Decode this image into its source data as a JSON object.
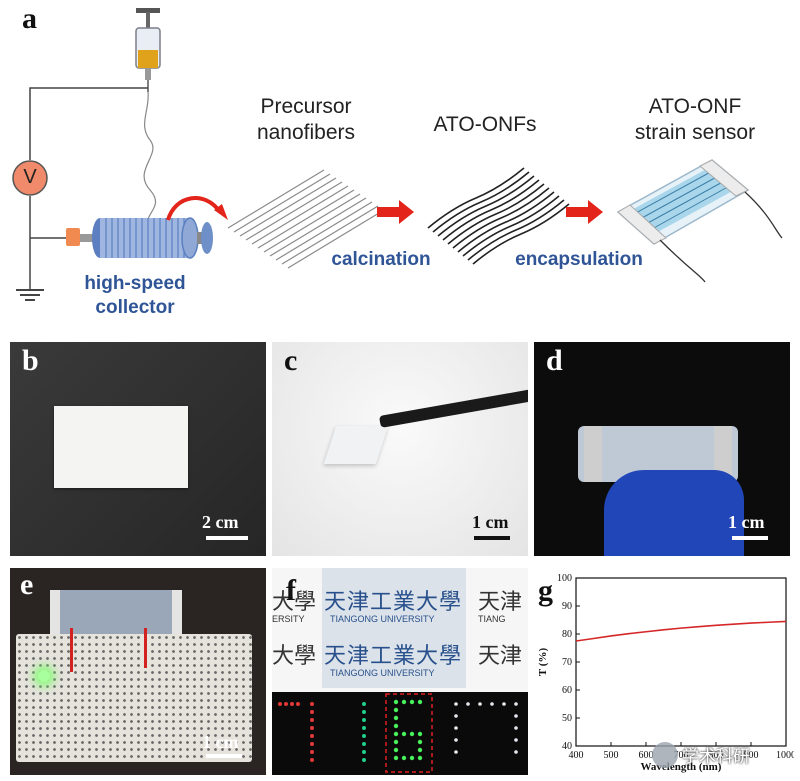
{
  "panel_a": {
    "letter": "a",
    "voltage_symbol": "V",
    "label_precursor": "Precursor\nnanofibers",
    "label_ato_onfs": "ATO-ONFs",
    "label_sensor": "ATO-ONF\nstrain sensor",
    "label_collector": "high-speed\ncollector",
    "label_calcination": "calcination",
    "label_encapsulation": "encapsulation"
  },
  "panel_b": {
    "letter": "b",
    "scale": "2 cm"
  },
  "panel_c": {
    "letter": "c",
    "scale": "1 cm"
  },
  "panel_d": {
    "letter": "d",
    "scale": "1 cm"
  },
  "panel_e": {
    "letter": "e",
    "scale": "1 cm"
  },
  "panel_f": {
    "letter": "f",
    "cn_text": "天津工業大學",
    "cn_partial_left": "大學",
    "cn_partial_right": "天津",
    "uni_text": "TIANGONG UNIVERSITY",
    "uni_partial_left": "ERSITY",
    "uni_partial_right": "TIANG"
  },
  "panel_g": {
    "letter": "g"
  },
  "watermark": "学术科研",
  "chart_data": {
    "type": "line",
    "xlabel": "Wavelength (nm)",
    "ylabel": "T (%)",
    "xlim": [
      400,
      1000
    ],
    "ylim": [
      40,
      100
    ],
    "xticks": [
      400,
      500,
      600,
      700,
      800,
      900,
      1000
    ],
    "yticks": [
      40,
      50,
      60,
      70,
      80,
      90,
      100
    ],
    "series": [
      {
        "color": "#d62728",
        "x": [
          400,
          450,
          500,
          550,
          600,
          650,
          700,
          750,
          800,
          850,
          900,
          950,
          1000
        ],
        "y": [
          77.5,
          78.4,
          79.3,
          80.1,
          80.8,
          81.5,
          82.1,
          82.6,
          83.1,
          83.5,
          83.9,
          84.2,
          84.5
        ]
      }
    ]
  }
}
